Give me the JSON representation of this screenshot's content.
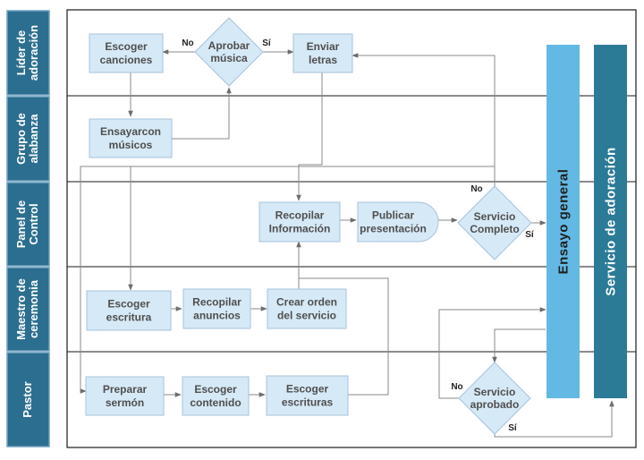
{
  "lanes": [
    {
      "id": "lider",
      "lines": [
        "Líder de",
        "adoración"
      ]
    },
    {
      "id": "grupo",
      "lines": [
        "Grupo de",
        "alabanza"
      ]
    },
    {
      "id": "panel",
      "lines": [
        "Panel de",
        "Control"
      ]
    },
    {
      "id": "maestro",
      "lines": [
        "Maestro de",
        "ceremonia"
      ]
    },
    {
      "id": "pastor",
      "lines": [
        "Pastor"
      ]
    }
  ],
  "nodes": [
    {
      "id": "escoger-canciones",
      "shape": "box",
      "lines": [
        "Escoger",
        "canciones"
      ]
    },
    {
      "id": "aprobar-musica",
      "shape": "diamond",
      "lines": [
        "Aprobar",
        "música"
      ]
    },
    {
      "id": "enviar-letras",
      "shape": "box",
      "lines": [
        "Enviar",
        "letras"
      ]
    },
    {
      "id": "ensayar-musicos",
      "shape": "box",
      "lines": [
        "Ensayarcon",
        "músicos"
      ]
    },
    {
      "id": "recopilar-informacion",
      "shape": "box",
      "lines": [
        "Recopilar",
        "Información"
      ]
    },
    {
      "id": "publicar-presentacion",
      "shape": "delay",
      "lines": [
        "Publicar",
        "presentación"
      ]
    },
    {
      "id": "servicio-completo",
      "shape": "diamond",
      "lines": [
        "Servicio",
        "Completo"
      ]
    },
    {
      "id": "escoger-escritura",
      "shape": "box",
      "lines": [
        "Escoger",
        "escritura"
      ]
    },
    {
      "id": "recopilar-anuncios",
      "shape": "box",
      "lines": [
        "Recopilar",
        "anuncios"
      ]
    },
    {
      "id": "crear-orden",
      "shape": "box",
      "lines": [
        "Crear orden",
        "del servicio"
      ]
    },
    {
      "id": "preparar-sermon",
      "shape": "box",
      "lines": [
        "Preparar",
        "sermón"
      ]
    },
    {
      "id": "escoger-contenido",
      "shape": "box",
      "lines": [
        "Escoger",
        "contenido"
      ]
    },
    {
      "id": "escoger-escrituras",
      "shape": "box",
      "lines": [
        "Escoger",
        "escrituras"
      ]
    },
    {
      "id": "servicio-aprobado",
      "shape": "diamond",
      "lines": [
        "Servicio",
        "aprobado"
      ]
    },
    {
      "id": "ensayo-general",
      "shape": "bar",
      "lines": [
        "Ensayo general"
      ]
    },
    {
      "id": "servicio-adoracion",
      "shape": "bar",
      "lines": [
        "Servicio de adoración"
      ]
    }
  ],
  "labels": [
    {
      "id": "aprobar-no",
      "text": "No"
    },
    {
      "id": "aprobar-si",
      "text": "Sí"
    },
    {
      "id": "completo-no",
      "text": "No"
    },
    {
      "id": "completo-si",
      "text": "Sí"
    },
    {
      "id": "aprobado-no",
      "text": "No"
    },
    {
      "id": "aprobado-si",
      "text": "Sí"
    }
  ],
  "colors": {
    "lane_header": "#2c6e8f",
    "lane_border": "#6fa0bf",
    "box_fill": "#d6e9f6",
    "box_stroke": "#a6c3dc",
    "bar_light": "#64b9e4",
    "bar_dark": "#2b7a96",
    "connector": "#8a8a8a",
    "lane_divider": "#1a1a1a"
  }
}
